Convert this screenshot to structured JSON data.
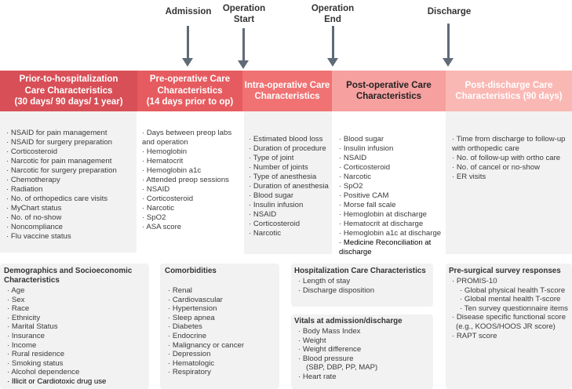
{
  "events": {
    "admission": "Admission",
    "operation_start": [
      "Operation",
      "Start"
    ],
    "operation_end": [
      "Operation",
      "End"
    ],
    "discharge": "Discharge"
  },
  "phases": [
    {
      "title": [
        "Prior-to-hospitalization",
        "Care Characteristics",
        "(30 days/ 90 days/ 1 year)"
      ],
      "color": "#d94f57"
    },
    {
      "title": [
        "Pre-operative Care",
        "Characteristics",
        "(14 days prior to op)"
      ],
      "color": "#e65b5f"
    },
    {
      "title": [
        "Intra-operative Care",
        "Characteristics"
      ],
      "color": "#f07273"
    },
    {
      "title": [
        "Post-operative Care",
        "Characteristics"
      ],
      "color": "#f6a09f"
    },
    {
      "title": [
        "Post-discharge Care",
        "Characteristics (90 days)"
      ],
      "color": "#fab8b4"
    }
  ],
  "phase_items": [
    [
      "NSAID for pain management",
      "NSAID for surgery preparation",
      "Corticosteroid",
      "Narcotic for pain management",
      "Narcotic for surgery preparation",
      "Chemotherapy",
      "Radiation",
      "No. of orthopedics care visits",
      "MyChart status",
      "No. of no-show",
      "Noncompliance",
      "Flu vaccine status"
    ],
    [
      "Days between preop labs",
      "and operation",
      "Hemoglobin",
      "Hematocrit",
      "Hemoglobin a1c",
      "Attended preop sessions",
      "NSAID",
      "Corticosteroid",
      "Narcotic",
      "SpO2",
      "ASA score"
    ],
    [
      "Estimated blood loss",
      "Duration of procedure",
      "Type of joint",
      "Number of joints",
      "Type of anesthesia",
      "Duration of anesthesia",
      "Blood sugar",
      "Insulin infusion",
      "NSAID",
      "Corticosteroid",
      "Narcotic"
    ],
    [
      "Blood sugar",
      "Insulin infusion",
      "NSAID",
      "Corticosteroid",
      "Narcotic",
      "SpO2",
      "Positive CAM",
      "Morse fall scale",
      "Hemoglobin at discharge",
      "Hematocrit at discharge",
      "Hemoglobin a1c at discharge",
      "Medicine Reconciliation at",
      "discharge"
    ],
    [
      "Time from discharge to follow-up",
      "with orthopedic care",
      "No. of follow-up with ortho care",
      "No. of cancel or no-show",
      "ER visits"
    ]
  ],
  "cards": {
    "demographics": {
      "title": [
        "Demographics and Socioeconomic",
        "Characteristics"
      ],
      "items": [
        "Age",
        "Sex",
        "Race",
        "Ethnicity",
        "Marital Status",
        "Insurance",
        "Income",
        "Rural residence",
        "Smoking status",
        "Alcohol dependence",
        "Illicit or Cardiotoxic drug use"
      ]
    },
    "comorbidities": {
      "title": "Comorbidities",
      "items": [
        "Renal",
        "Cardiovascular",
        "Hypertension",
        "Sleep apnea",
        "Diabetes",
        "Endocrine",
        "Malignancy or cancer",
        "Depression",
        "Hematologic",
        "Respiratory"
      ]
    },
    "hospitalization": {
      "title": "Hospitalization Care Characteristics",
      "items": [
        "Length of stay",
        "Discharge disposition"
      ]
    },
    "vitals": {
      "title": "Vitals at admission/discharge",
      "items": [
        "Body Mass Index",
        "Weight",
        "Weight difference",
        "Blood pressure",
        "(SBP, DBP, PP, MAP)",
        "Heart rate"
      ]
    },
    "survey": {
      "title": "Pre-surgical survey responses",
      "items": [
        "PROMIS-10",
        "Global physical health T-score",
        "Global mental health T-score",
        "Ten survey questionnaire items",
        "Disease specific functional score",
        "(e.g., KOOS/HOOS JR score)",
        "RAPT score"
      ]
    }
  }
}
